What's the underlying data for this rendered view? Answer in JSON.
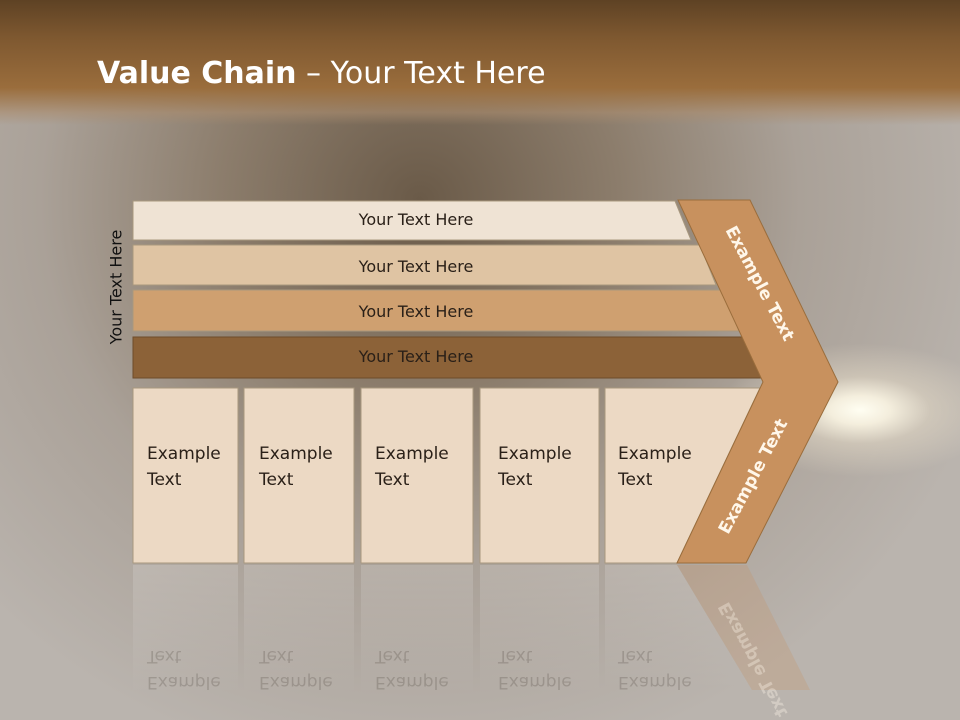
{
  "slide": {
    "title_bold": "Value Chain",
    "title_rest": " – Your Text Here",
    "side_label": "Your Text Here"
  },
  "rows": [
    {
      "label": "Your Text Here",
      "fill": "#efe3d4"
    },
    {
      "label": "Your Text Here",
      "fill": "#dfc4a3"
    },
    {
      "label": "Your Text Here",
      "fill": "#cfa070"
    },
    {
      "label": "Your Text Here",
      "fill": "#8c6238"
    }
  ],
  "cells": [
    {
      "line1": "Example",
      "line2": "Text"
    },
    {
      "line1": "Example",
      "line2": "Text"
    },
    {
      "line1": "Example",
      "line2": "Text"
    },
    {
      "line1": "Example",
      "line2": "Text"
    },
    {
      "line1": "Example",
      "line2": "Text"
    }
  ],
  "arrow": {
    "top_label": "Example Text",
    "bottom_label": "Example Text",
    "fill": "#c8915e"
  },
  "colors": {
    "header": "#7e5830",
    "cell_fill": "#ecd9c4",
    "cell_border": "#a8987e"
  }
}
